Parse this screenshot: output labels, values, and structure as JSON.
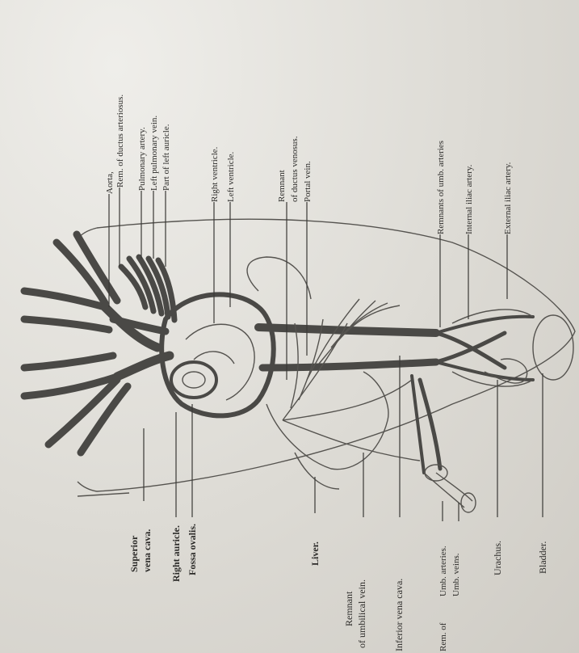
{
  "figure": {
    "top_labels": [
      {
        "key": "aorta",
        "text": "Aorta,"
      },
      {
        "key": "rem_ductus_arteriosus",
        "text": "Rem. of ductus arteriosus."
      },
      {
        "key": "pulmonary_artery",
        "text": "Pulmonary artery."
      },
      {
        "key": "left_pulmonary_vein",
        "text": "Left pulmonary vein."
      },
      {
        "key": "part_left_auricle",
        "text": "Part of left auricle."
      },
      {
        "key": "right_ventricle",
        "text": "Right ventricle."
      },
      {
        "key": "left_ventricle",
        "text": "Left ventricle."
      },
      {
        "key": "remnant_ductus_venosus_1",
        "text": "Remnant"
      },
      {
        "key": "remnant_ductus_venosus_2",
        "text": "of ductus venosus."
      },
      {
        "key": "portal_vein",
        "text": "Portal vein."
      },
      {
        "key": "remnants_umb_arteries",
        "text": "Remnants of umb. arteries"
      },
      {
        "key": "internal_iliac",
        "text": "Internal iliac artery."
      },
      {
        "key": "external_iliac",
        "text": "External iliac artery."
      }
    ],
    "bottom_labels": [
      {
        "key": "superior_1",
        "text": "Superior"
      },
      {
        "key": "superior_2",
        "text": "vena cava."
      },
      {
        "key": "right_auricle",
        "text": "Right auricle."
      },
      {
        "key": "fossa_ovalis",
        "text": "Fossa ovalis."
      },
      {
        "key": "liver",
        "text": "Liver."
      },
      {
        "key": "remnant_umb_vein_1",
        "text": "Remnant"
      },
      {
        "key": "remnant_umb_vein_2",
        "text": "of umbilical vein."
      },
      {
        "key": "inferior_vena_cava",
        "text": "Inferior vena cava."
      },
      {
        "key": "rem_of",
        "text": "Rem. of"
      },
      {
        "key": "umb_arteries",
        "text": "Umb. arteries."
      },
      {
        "key": "umb_veins",
        "text": "Umb. veins."
      },
      {
        "key": "urachus",
        "text": "Urachus."
      },
      {
        "key": "bladder",
        "text": "Bladder."
      }
    ]
  }
}
